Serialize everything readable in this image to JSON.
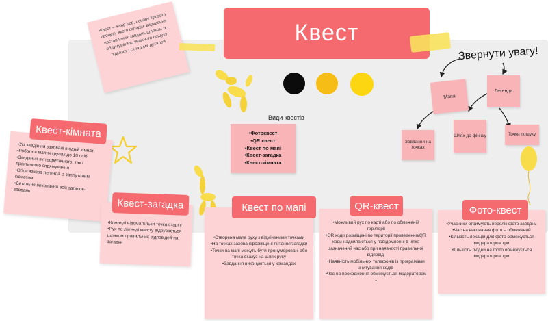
{
  "title": "Квест",
  "palette": {
    "dot1": "#0b0b0b",
    "dot2": "#f6bd16",
    "dot3": "#fcd711",
    "accent": "#f46a6f"
  },
  "definition": "•Квест – жанр ігор, основу ігрового процесу якого складає вирішення поставлених завдань шляхом їх обдумування, уважного пошуку підказок і складних деталей",
  "types": {
    "heading": "Види квестів",
    "items": [
      "•Фотоквест",
      "•QR квест",
      "•Квест по мапі",
      "•Квест-загадка",
      "•Квест-кімната"
    ]
  },
  "attention": {
    "label": "Звернути увагу!",
    "stickies": [
      "Мапа",
      "Легенда",
      "Завдання на точках",
      "Шлях до фінішу",
      "Точки пошуку"
    ]
  },
  "cards": [
    {
      "title": "Квест-кімната",
      "items": [
        "•Усі завдання заховані в одній кімнаті",
        "•Робота в малих групах до 10 осіб",
        "•Завдання як теоретичного, так і практичного спрямування",
        "•Обов'язкова легенда із заплутаним сюжетом",
        "•Детальне виконання всіх загадок-завдань"
      ]
    },
    {
      "title": "Квест-загадка",
      "items": [
        "•Команді відома тільки точка старту",
        "•Рух по легенді квесту відбувається шляхом правильних відповідей на загадки"
      ]
    },
    {
      "title": "Квест по мапі",
      "items": [
        "•Створена мапа руху з відміченими точками",
        "•На точках заховані/розміщені питання/загадки",
        "•Точки на мапі можуть бути пронумеровані або точка вказує на шлях руху",
        "•Завдання виконуються у командах"
      ]
    },
    {
      "title": "QR-квест",
      "items": [
        "•Можливий рух по карті або по обмеженій території",
        "•QR коди розміщені по території проведення/QR коди надсилаються у повідомленні в чітко зазначений час або при наявності правильної відповіді",
        "•Наявність мобільних телефонів із програмами зчитування кодів",
        "•Час на проходження обмежується модератором",
        "•"
      ]
    },
    {
      "title": "Фото-квест",
      "items": [
        "•Учасники отримують перелік фото завдань",
        "•Час на виконання фото – обмежений",
        "•Кількість локацій для фото обмежується модератором гри",
        "•Кількість людей на фото обмежується модератором гри"
      ]
    }
  ]
}
